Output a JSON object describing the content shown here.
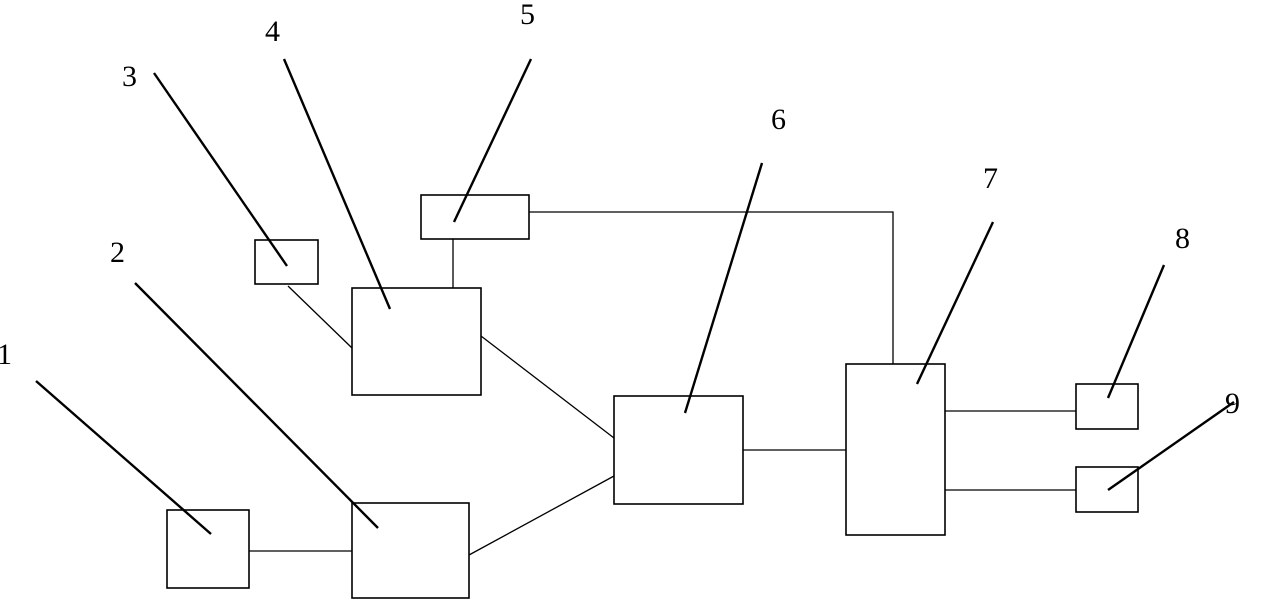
{
  "diagram": {
    "labels": {
      "c1": "1",
      "c2": "2",
      "c3": "3",
      "c4": "4",
      "c5": "5",
      "c6": "6",
      "c7": "7",
      "c8": "8",
      "c9": "9"
    }
  }
}
